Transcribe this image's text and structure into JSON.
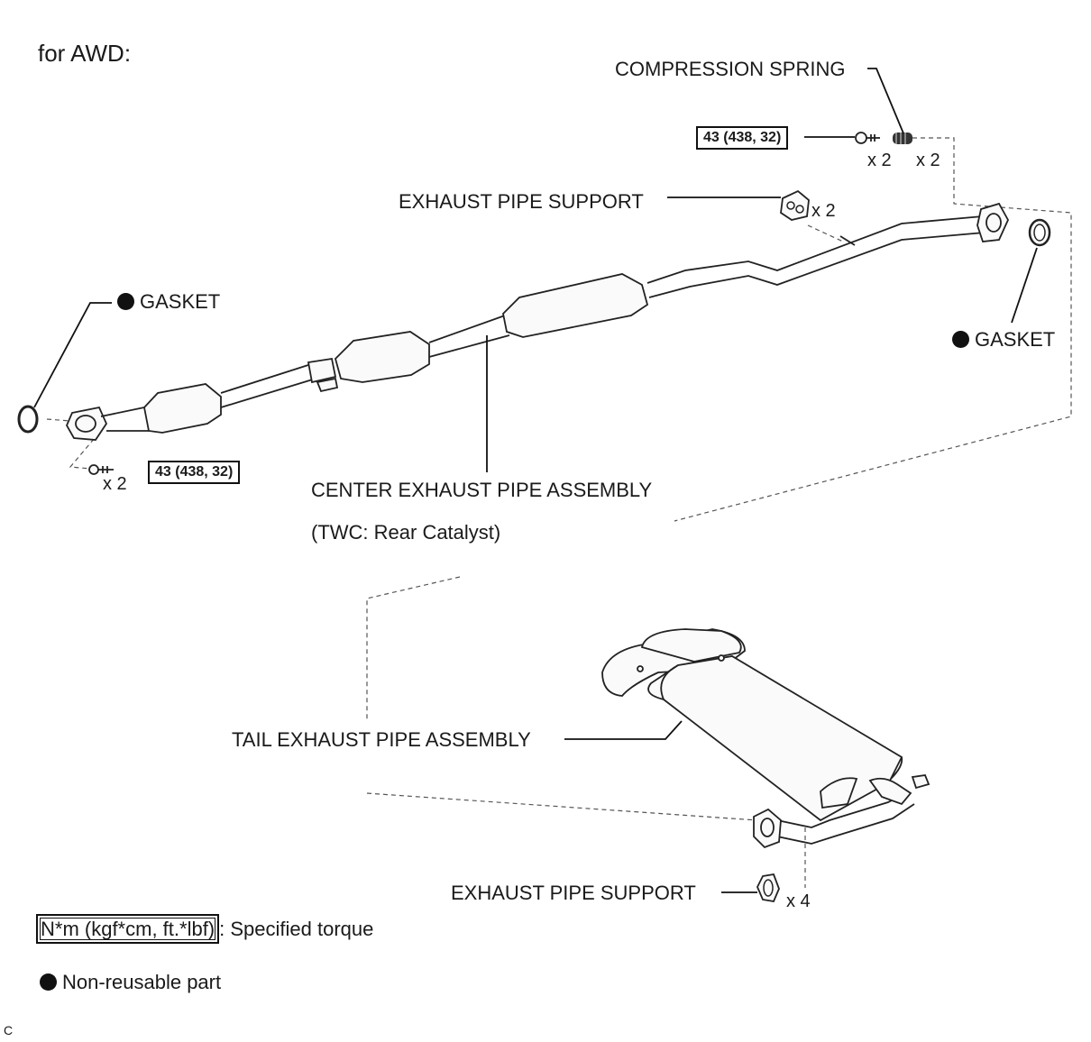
{
  "heading": "for AWD:",
  "labels": {
    "compression_spring": "COMPRESSION SPRING",
    "exhaust_pipe_support_top": "EXHAUST PIPE SUPPORT",
    "gasket_front": "GASKET",
    "gasket_rear": "GASKET",
    "center_assembly": "CENTER EXHAUST PIPE ASSEMBLY",
    "center_assembly_sub": "(TWC: Rear Catalyst)",
    "tail_assembly": "TAIL EXHAUST PIPE ASSEMBLY",
    "exhaust_pipe_support_bottom": "EXHAUST PIPE SUPPORT"
  },
  "torque": {
    "top": "43 (438, 32)",
    "front": "43 (438, 32)"
  },
  "quantities": {
    "bolt_top": "x 2",
    "spring": "x 2",
    "support_top": "x 2",
    "bolt_front": "x 2",
    "support_bottom": "x 4"
  },
  "legend": {
    "torque_box": "N*m (kgf*cm, ft.*lbf)",
    "torque_desc": ": Specified torque",
    "nonreusable": "Non-reusable part"
  },
  "footer_code": "C"
}
